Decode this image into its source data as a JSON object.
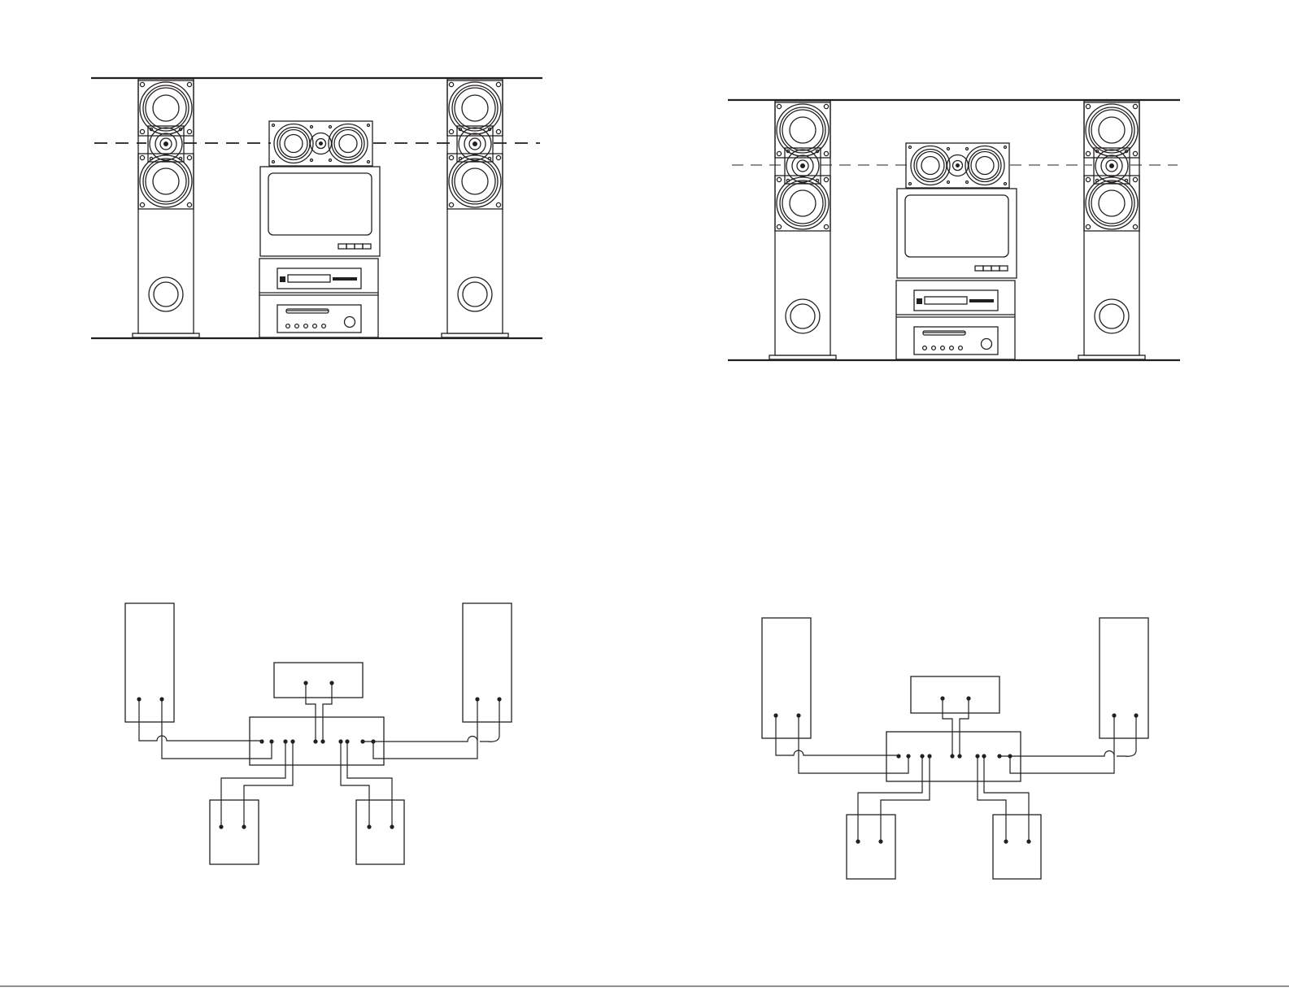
{
  "page": {
    "description_colors": {
      "ink": "#231f20",
      "paper": "#ffffff"
    }
  },
  "illustrations": [
    {
      "id": "room-left",
      "kind": "speaker-placement",
      "components": [
        "left-tower-speaker",
        "center-channel-speaker",
        "television",
        "dvd-player",
        "receiver",
        "right-tower-speaker"
      ],
      "tweeter-alignment-line": "dashed"
    },
    {
      "id": "room-right",
      "kind": "speaker-placement",
      "components": [
        "left-tower-speaker",
        "center-channel-speaker",
        "television",
        "dvd-player",
        "receiver",
        "right-tower-speaker"
      ],
      "tweeter-alignment-line": "dashed"
    }
  ],
  "wiring_diagrams": [
    {
      "id": "wiring-left",
      "boxes": [
        "front-left",
        "front-right",
        "center",
        "receiver",
        "rear-left",
        "rear-right"
      ],
      "terminals_per_speaker": 2
    },
    {
      "id": "wiring-right",
      "boxes": [
        "front-left",
        "front-right",
        "center",
        "receiver",
        "rear-left",
        "rear-right"
      ],
      "terminals_per_speaker": 2
    }
  ]
}
